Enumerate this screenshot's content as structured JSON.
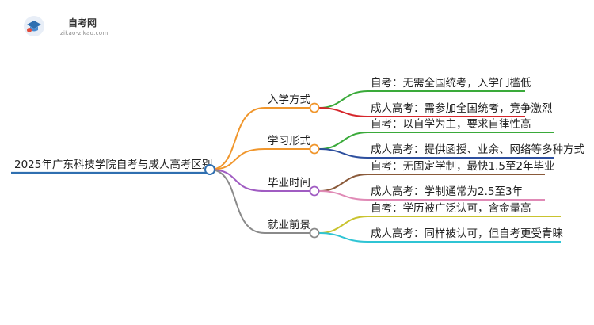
{
  "logo": {
    "title": "自考网",
    "subtitle": "zikao-zikao.com"
  },
  "root": {
    "label": "2025年广东科技学院自考与成人高考区别",
    "color": "#2f6fb0"
  },
  "branches": [
    {
      "label": "入学方式",
      "color": "#f0962c",
      "leaves": [
        {
          "text": "自考：无需全国统考，入学门槛低",
          "color": "#3aaa3a"
        },
        {
          "text": "成人高考：需参加全国统考，竞争激烈",
          "color": "#d6262b"
        }
      ]
    },
    {
      "label": "学习形式",
      "color": "#f0962c",
      "leaves": [
        {
          "text": "自考：以自学为主，要求自律性高",
          "color": "#3aaa3a"
        },
        {
          "text": "成人高考：提供函授、业余、网络等多种方式",
          "color": "#2d4f9e"
        }
      ]
    },
    {
      "label": "毕业时间",
      "color": "#a05cc2",
      "leaves": [
        {
          "text": "自考：无固定学制，最快1.5至2年毕业",
          "color": "#8a5a3a"
        },
        {
          "text": "成人高考：学制通常为2.5至3年",
          "color": "#e08ab6"
        }
      ]
    },
    {
      "label": "就业前景",
      "color": "#8a8a8a",
      "leaves": [
        {
          "text": "自考：学历被广泛认可，含金量高",
          "color": "#c9c32e"
        },
        {
          "text": "成人高考：同样被认可，但自考更受青睐",
          "color": "#2fc4d4"
        }
      ]
    }
  ]
}
